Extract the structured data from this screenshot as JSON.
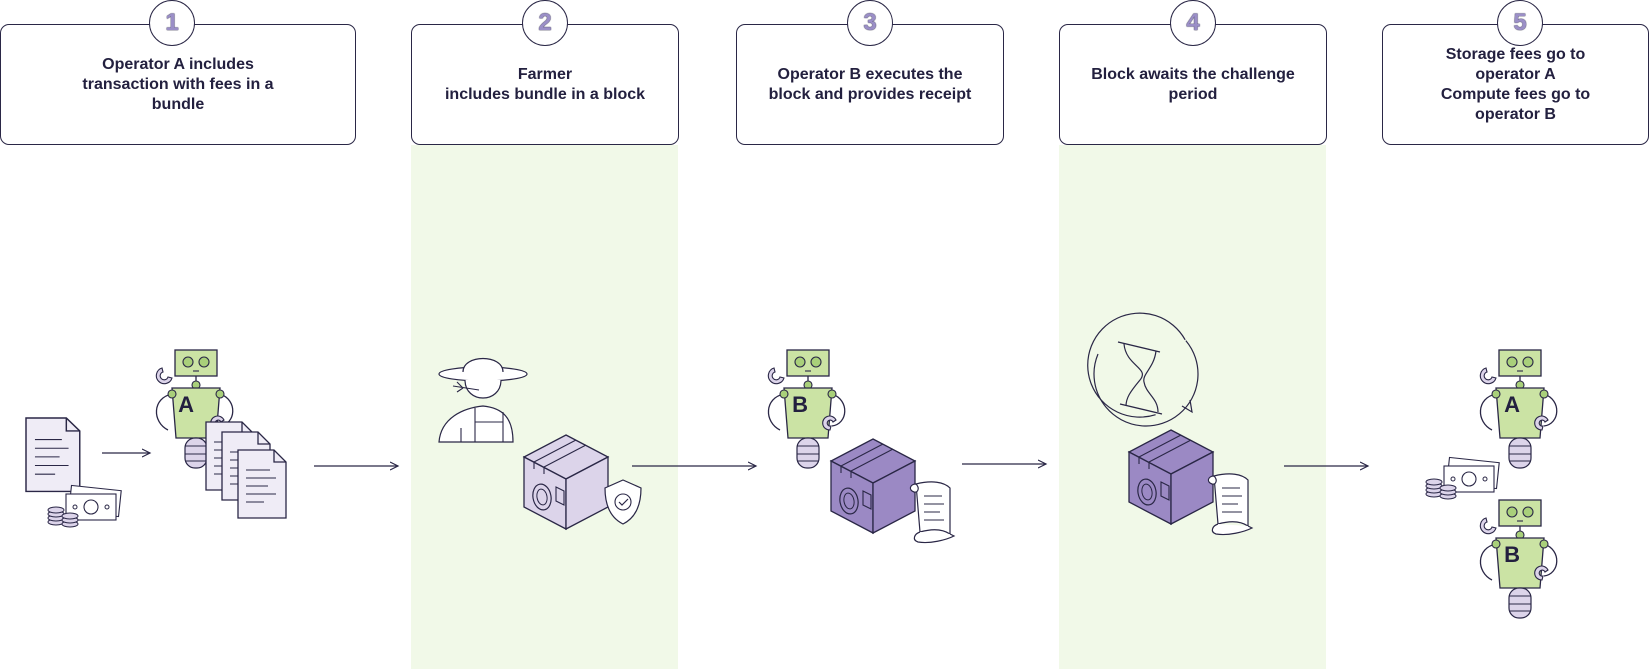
{
  "colors": {
    "highlight_band": "#f1f9e8",
    "outline": "#2a2746",
    "robot_green": "#cbe3a4",
    "light_purple": "#dcd4ea",
    "dark_purple": "#9b89c4",
    "paper": "#efecf6"
  },
  "steps": [
    {
      "number": "1",
      "text": "Operator A includes\ntransaction with fees in a\nbundle"
    },
    {
      "number": "2",
      "text": "Farmer\nincludes bundle in a block"
    },
    {
      "number": "3",
      "text": "Operator B executes the\nblock and provides receipt"
    },
    {
      "number": "4",
      "text": "Block awaits the challenge\nperiod"
    },
    {
      "number": "5",
      "text": "Storage fees go to\noperator A\nCompute fees go to\noperator B"
    }
  ],
  "robots": [
    {
      "label": "A"
    },
    {
      "label": "B"
    },
    {
      "label": "A"
    },
    {
      "label": "B"
    }
  ],
  "icons": [
    "document-icon",
    "money-icon",
    "arrow-icon",
    "robot-icon",
    "document-stack-icon",
    "farmer-icon",
    "block-box-icon",
    "shield-check-icon",
    "receipt-scroll-icon",
    "hourglass-icon"
  ]
}
